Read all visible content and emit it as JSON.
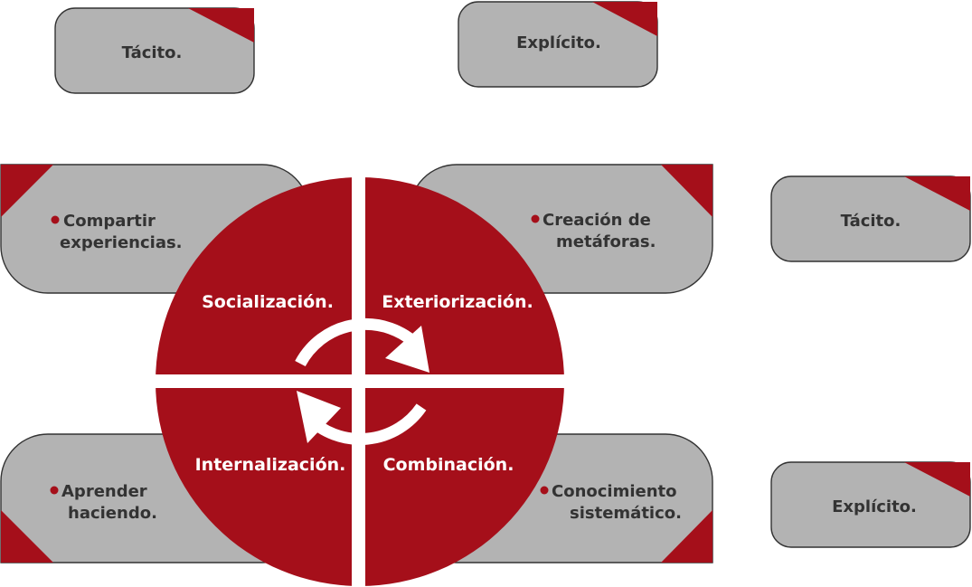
{
  "colors": {
    "accent": "#a50f1a",
    "box": "#b3b3b3",
    "text": "#333333",
    "quadrant_text": "#ffffff"
  },
  "labels": {
    "top_left": "Tácito.",
    "top_center": "Explícito.",
    "right_top": "Tácito.",
    "right_bottom": "Explícito."
  },
  "cards": {
    "socialization": {
      "line1": "Compartir",
      "line2": "experiencias."
    },
    "externalization": {
      "line1": "Creación de",
      "line2": "metáforas."
    },
    "internalization": {
      "line1": "Aprender",
      "line2": "haciendo."
    },
    "combination": {
      "line1": "Conocimiento",
      "line2": "sistemático."
    }
  },
  "quadrants": {
    "socialization": "Socialización.",
    "externalization": "Exteriorización.",
    "internalization": "Internalización.",
    "combination": "Combinación."
  }
}
